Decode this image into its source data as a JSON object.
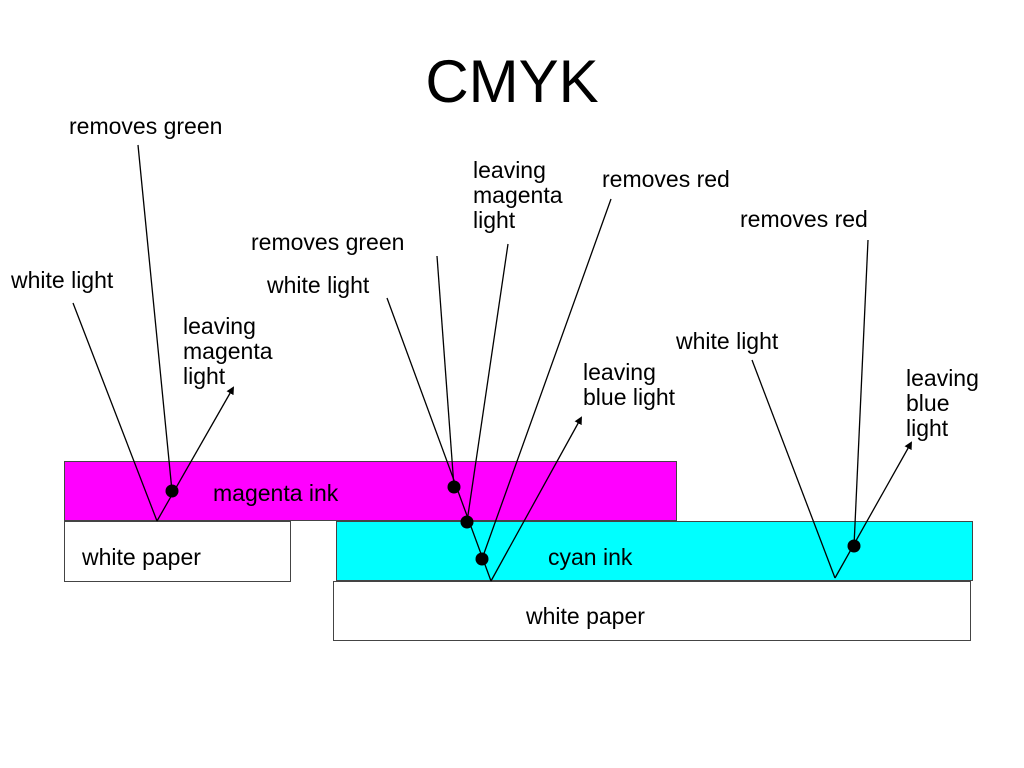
{
  "title": "CMYK",
  "colors": {
    "magenta_ink": "#ff00ff",
    "cyan_ink": "#00ffff",
    "white_paper": "#ffffff",
    "ray": "#000000"
  },
  "layers": {
    "magenta_ink": "magenta ink",
    "cyan_ink": "cyan ink",
    "white_paper_left": "white paper",
    "white_paper_right": "white paper"
  },
  "labels": {
    "white_light_1": "white light",
    "removes_green_1": "removes green",
    "leaving_magenta_1": "leaving\nmagenta\nlight",
    "white_light_2": "white light",
    "removes_green_2": "removes green",
    "leaving_magenta_2": "leaving\nmagenta\nlight",
    "removes_red_1": "removes red",
    "leaving_blue_1": "leaving\nblue light",
    "white_light_3": "white light",
    "removes_red_2": "removes red",
    "leaving_blue_2": "leaving\nblue\nlight"
  }
}
